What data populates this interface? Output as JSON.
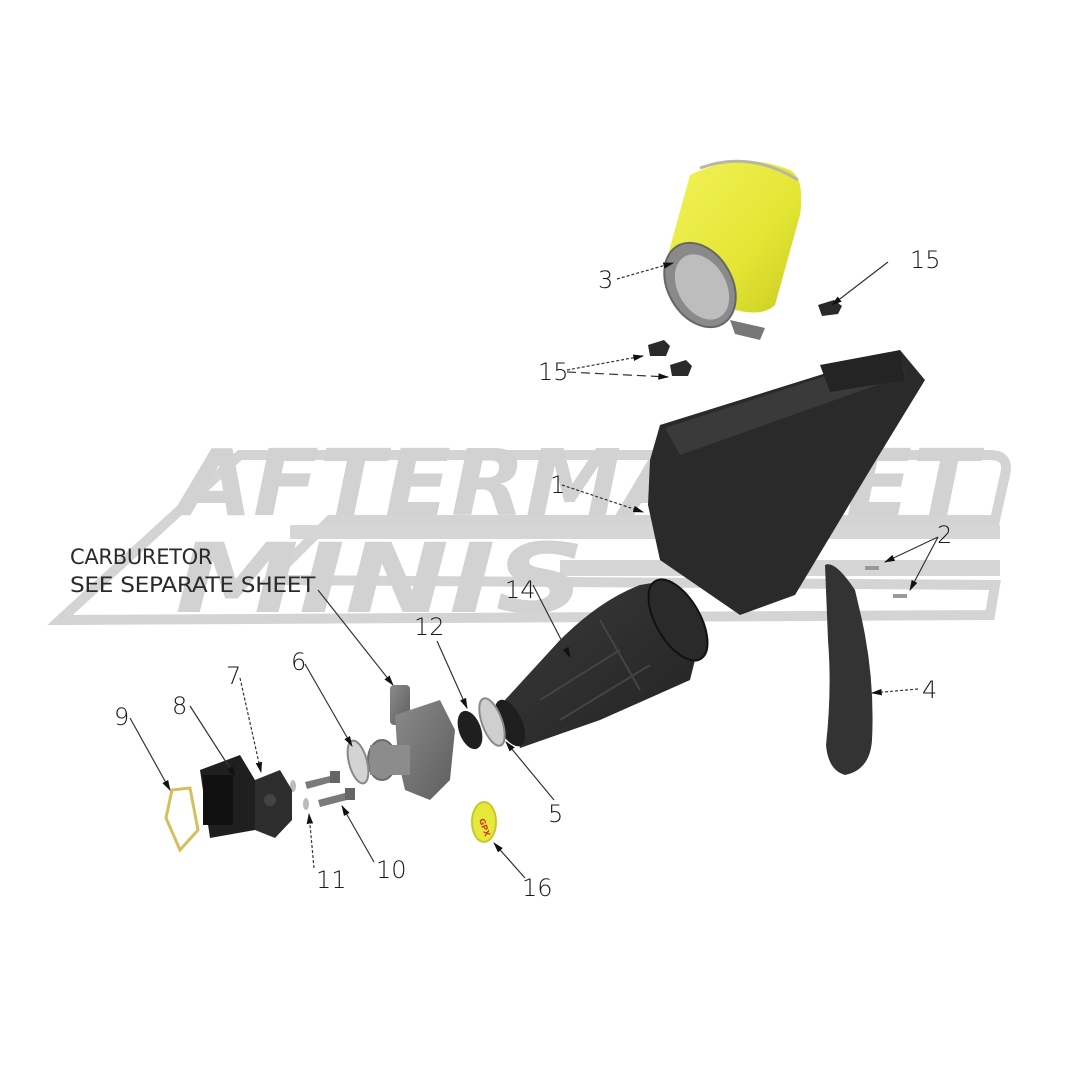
{
  "watermark": {
    "line1": "AFTERMARKET",
    "line2": "MINIS",
    "color": "#cfcfcf"
  },
  "note": {
    "line1": "CARBURETOR",
    "line2": "SEE SEPARATE SHEET"
  },
  "callouts": [
    {
      "num": "1",
      "part": "airbox"
    },
    {
      "num": "2",
      "part": "screw"
    },
    {
      "num": "3",
      "part": "air-filter"
    },
    {
      "num": "4",
      "part": "airbox-side-cover"
    },
    {
      "num": "5",
      "part": "hose-clamp-boot"
    },
    {
      "num": "6",
      "part": "hose-clamp-carb"
    },
    {
      "num": "7",
      "part": "intake-manifold"
    },
    {
      "num": "8",
      "part": "reed-valve"
    },
    {
      "num": "9",
      "part": "reed-gasket"
    },
    {
      "num": "10",
      "part": "bolt"
    },
    {
      "num": "11",
      "part": "washer"
    },
    {
      "num": "12",
      "part": "rubber-ring"
    },
    {
      "num": "14",
      "part": "intake-boot"
    },
    {
      "num": "15",
      "part": "clip"
    },
    {
      "num": "15b",
      "part": "clip"
    },
    {
      "num": "16",
      "part": "filter-ring"
    }
  ],
  "labels": {
    "c1": "1",
    "c2": "2",
    "c3": "3",
    "c4": "4",
    "c5": "5",
    "c6": "6",
    "c7": "7",
    "c8": "8",
    "c9": "9",
    "c10": "10",
    "c11": "11",
    "c12": "12",
    "c14": "14",
    "c15a": "15",
    "c15b": "15",
    "c16": "16"
  },
  "colors": {
    "filter_yellow": "#e6e83a",
    "black_part": "#2b2b2b",
    "gray_part": "#7a7a7a",
    "light_gray": "#c8c8c8",
    "gasket": "#d8c46a",
    "logo_red": "#d33a2a"
  }
}
